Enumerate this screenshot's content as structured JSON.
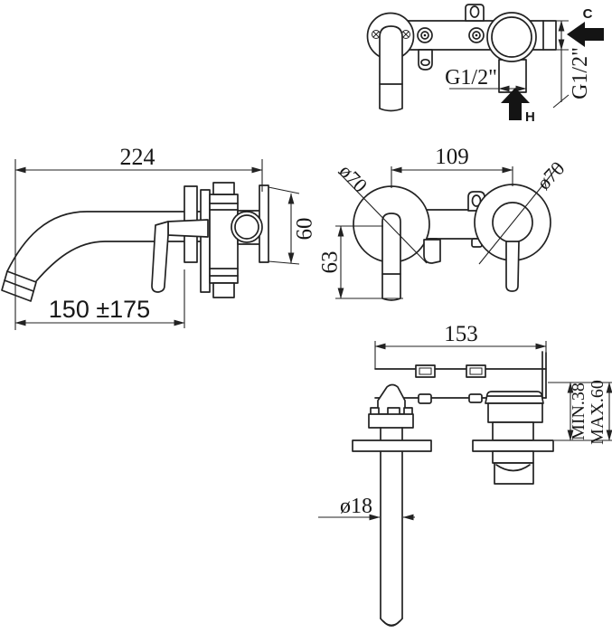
{
  "colors": {
    "ink": "#222222",
    "background": "#ffffff"
  },
  "views": {
    "top": {
      "hot_inlet_thread": "G1/2\"",
      "hot_port": "H",
      "cold_inlet_thread": "G1/2\"",
      "cold_port": "C"
    },
    "side": {
      "width": "224",
      "valve_body_height": "60",
      "spout_height": "150 ±175"
    },
    "front": {
      "handle_to_spout_distance": "109",
      "spout_flange_diameter": "ø70",
      "handle_flange_diameter": "ø70",
      "spout_drop": "63"
    },
    "install": {
      "body_width": "153",
      "recess_depth_min": "MIN.38",
      "recess_depth_max": "MAX.60",
      "spout_pipe_diameter": "ø18"
    }
  }
}
